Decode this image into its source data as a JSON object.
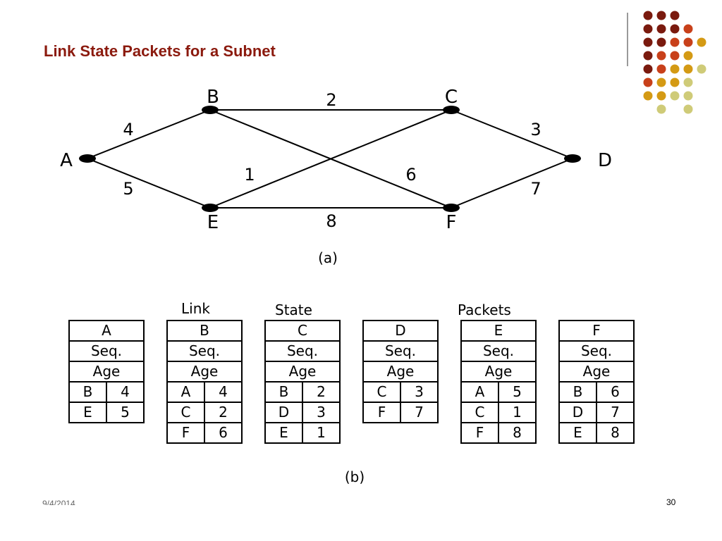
{
  "slide": {
    "title": "Link State Packets for a Subnet",
    "date": "9/4/2014",
    "page_number": "30"
  },
  "graph": {
    "caption": "(a)",
    "nodes": [
      "A",
      "B",
      "C",
      "D",
      "E",
      "F"
    ],
    "edges": [
      {
        "from": "A",
        "to": "B",
        "weight": "4"
      },
      {
        "from": "A",
        "to": "E",
        "weight": "5"
      },
      {
        "from": "B",
        "to": "C",
        "weight": "2"
      },
      {
        "from": "B",
        "to": "F",
        "weight": "6"
      },
      {
        "from": "C",
        "to": "E",
        "weight": "1"
      },
      {
        "from": "C",
        "to": "D",
        "weight": "3"
      },
      {
        "from": "E",
        "to": "F",
        "weight": "8"
      },
      {
        "from": "D",
        "to": "F",
        "weight": "7"
      }
    ]
  },
  "packets": {
    "caption": "(b)",
    "header_words": [
      "Link",
      "State",
      "Packets"
    ],
    "seq_label": "Seq.",
    "age_label": "Age",
    "tables": [
      {
        "router": "A",
        "entries": [
          [
            "B",
            "4"
          ],
          [
            "E",
            "5"
          ]
        ]
      },
      {
        "router": "B",
        "entries": [
          [
            "A",
            "4"
          ],
          [
            "C",
            "2"
          ],
          [
            "F",
            "6"
          ]
        ]
      },
      {
        "router": "C",
        "entries": [
          [
            "B",
            "2"
          ],
          [
            "D",
            "3"
          ],
          [
            "E",
            "1"
          ]
        ]
      },
      {
        "router": "D",
        "entries": [
          [
            "C",
            "3"
          ],
          [
            "F",
            "7"
          ]
        ]
      },
      {
        "router": "E",
        "entries": [
          [
            "A",
            "5"
          ],
          [
            "C",
            "1"
          ],
          [
            "F",
            "8"
          ]
        ]
      },
      {
        "router": "F",
        "entries": [
          [
            "B",
            "6"
          ],
          [
            "D",
            "7"
          ],
          [
            "E",
            "8"
          ]
        ]
      }
    ]
  },
  "theme": {
    "title_color": "#8b1a0e",
    "dot_colors": [
      "#7a1a0e",
      "#c8401a",
      "#d49a14",
      "#cfcb78"
    ]
  }
}
